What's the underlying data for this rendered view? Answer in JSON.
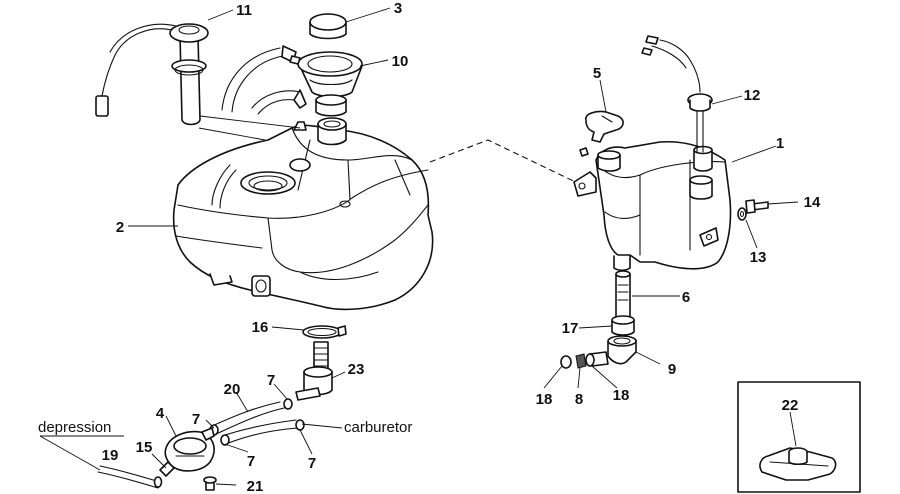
{
  "callouts": [
    {
      "key": "p1",
      "label": "1"
    },
    {
      "key": "p2",
      "label": "2"
    },
    {
      "key": "p3",
      "label": "3"
    },
    {
      "key": "p4",
      "label": "4"
    },
    {
      "key": "p5",
      "label": "5"
    },
    {
      "key": "p6",
      "label": "6"
    },
    {
      "key": "p7a",
      "label": "7"
    },
    {
      "key": "p7b",
      "label": "7"
    },
    {
      "key": "p7c",
      "label": "7"
    },
    {
      "key": "p7d",
      "label": "7"
    },
    {
      "key": "p8",
      "label": "8"
    },
    {
      "key": "p9",
      "label": "9"
    },
    {
      "key": "p10",
      "label": "10"
    },
    {
      "key": "p11",
      "label": "11"
    },
    {
      "key": "p12",
      "label": "12"
    },
    {
      "key": "p13",
      "label": "13"
    },
    {
      "key": "p14",
      "label": "14"
    },
    {
      "key": "p15",
      "label": "15"
    },
    {
      "key": "p16",
      "label": "16"
    },
    {
      "key": "p17",
      "label": "17"
    },
    {
      "key": "p18a",
      "label": "18"
    },
    {
      "key": "p18b",
      "label": "18"
    },
    {
      "key": "p19",
      "label": "19"
    },
    {
      "key": "p20",
      "label": "20"
    },
    {
      "key": "p21",
      "label": "21"
    },
    {
      "key": "p22",
      "label": "22"
    },
    {
      "key": "p23",
      "label": "23"
    }
  ],
  "annotations": {
    "depression": "depression",
    "carburetor": "carburetor"
  }
}
